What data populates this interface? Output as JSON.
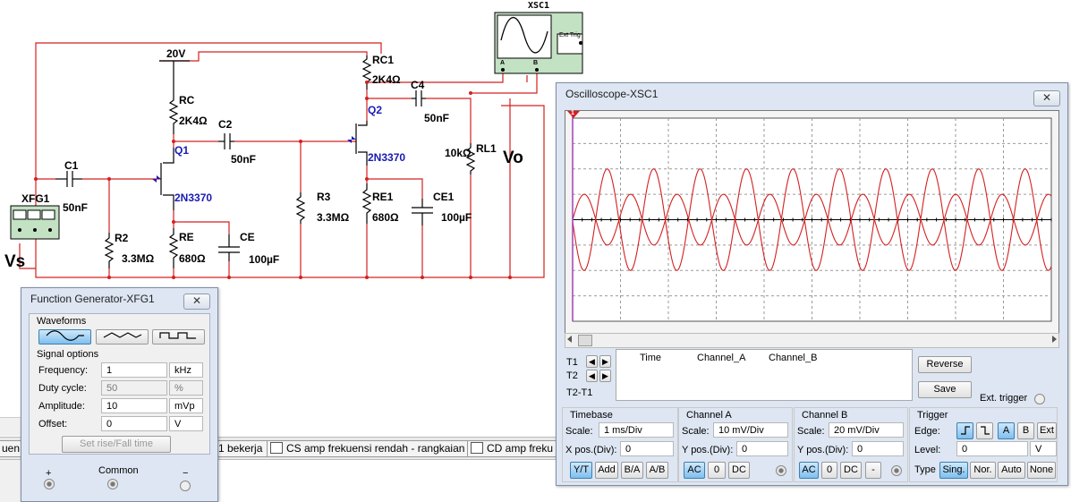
{
  "schematic": {
    "supply_label": "20V",
    "components": {
      "xfg1": "XFG1",
      "c1": "C1",
      "c1_val": "50nF",
      "r2": "R2",
      "r2_val": "3.3MΩ",
      "rc": "RC",
      "rc_val": "2K4Ω",
      "c2": "C2",
      "c2_val": "50nF",
      "q1": "Q1",
      "q1_type": "2N3370",
      "re": "RE",
      "re_val": "680Ω",
      "ce": "CE",
      "ce_val": "100µF",
      "r3": "R3",
      "r3_val": "3.3MΩ",
      "rc1": "RC1",
      "rc1_val": "2K4Ω",
      "c4": "C4",
      "c4_val": "50nF",
      "q2": "Q2",
      "q2_type": "2N3370",
      "re1": "RE1",
      "re1_val": "680Ω",
      "ce1": "CE1",
      "ce1_val": "100µF",
      "rl1": "RL1",
      "rl1_val": "10kΩ",
      "xsc1": "XSC1",
      "ext_trig": "Ext Trig",
      "scope_a": "A",
      "scope_b": "B"
    },
    "vs_label": "Vs",
    "vo_label": "Vo",
    "colors": {
      "wire": "#d42020",
      "component": "#000000",
      "transistor_label": "#1a1ab4"
    }
  },
  "tabs": [
    {
      "label": "uen"
    },
    {
      "label": "1 bekerja"
    },
    {
      "label": "CS amp frekuensi rendah - rangkaian"
    },
    {
      "label": "CD amp freku"
    }
  ],
  "function_generator": {
    "title": "Function Generator-XFG1",
    "close_label": "✕",
    "waveforms_label": "Waveforms",
    "selected_waveform": "sine",
    "signal_options_label": "Signal options",
    "fields": [
      {
        "label": "Frequency:",
        "value": "1",
        "unit": "kHz",
        "disabled": false
      },
      {
        "label": "Duty cycle:",
        "value": "50",
        "unit": "%",
        "disabled": true
      },
      {
        "label": "Amplitude:",
        "value": "10",
        "unit": "mVp",
        "disabled": false
      },
      {
        "label": "Offset:",
        "value": "0",
        "unit": "V",
        "disabled": false
      }
    ],
    "rise_fall_button": "Set rise/Fall time",
    "terminals": {
      "plus": "+",
      "common": "Common",
      "minus": "−"
    }
  },
  "oscilloscope": {
    "title": "Oscilloscope-XSC1",
    "close_label": "✕",
    "marker_label": "1",
    "readout": {
      "rows": [
        "T1",
        "T2",
        "T2-T1"
      ],
      "col_time": "Time",
      "col_a": "Channel_A",
      "col_b": "Channel_B"
    },
    "reverse_button": "Reverse",
    "save_button": "Save",
    "ext_trigger_label": "Ext. trigger",
    "timebase": {
      "label": "Timebase",
      "scale_label": "Scale:",
      "scale_value": "1 ms/Div",
      "xpos_label": "X pos.(Div):",
      "xpos_value": "0",
      "buttons": [
        "Y/T",
        "Add",
        "B/A",
        "A/B"
      ],
      "active": "Y/T"
    },
    "channel_a": {
      "label": "Channel A",
      "scale_label": "Scale:",
      "scale_value": "10 mV/Div",
      "ypos_label": "Y pos.(Div):",
      "ypos_value": "0",
      "buttons": [
        "AC",
        "0",
        "DC"
      ],
      "active": "AC"
    },
    "channel_b": {
      "label": "Channel B",
      "scale_label": "Scale:",
      "scale_value": "20 mV/Div",
      "ypos_label": "Y pos.(Div):",
      "ypos_value": "0",
      "buttons": [
        "AC",
        "0",
        "DC",
        "-"
      ],
      "active": "AC"
    },
    "trigger": {
      "label": "Trigger",
      "edge_label": "Edge:",
      "edge_buttons": [
        "A",
        "B",
        "Ext"
      ],
      "edge_active": "A",
      "level_label": "Level:",
      "level_value": "0",
      "level_unit": "V",
      "type_label": "Type",
      "type_buttons": [
        "Sing.",
        "Nor.",
        "Auto",
        "None"
      ],
      "type_active": "Sing."
    },
    "trace_colors": {
      "channel_a": "#d42020",
      "channel_b": "#d42020",
      "grid": "#9a9a9a",
      "background": "#ffffff"
    }
  },
  "chart_data": {
    "type": "line",
    "x_unit": "Div",
    "xlim": [
      0,
      10
    ],
    "ylim": [
      -4,
      4
    ],
    "grid": true,
    "series": [
      {
        "amplitude_div": 2.0,
        "period_div": 0.97,
        "phase_div": 0.48
      },
      {
        "amplitude_div": 1.0,
        "period_div": 0.97,
        "phase_div": 0.0
      }
    ]
  }
}
